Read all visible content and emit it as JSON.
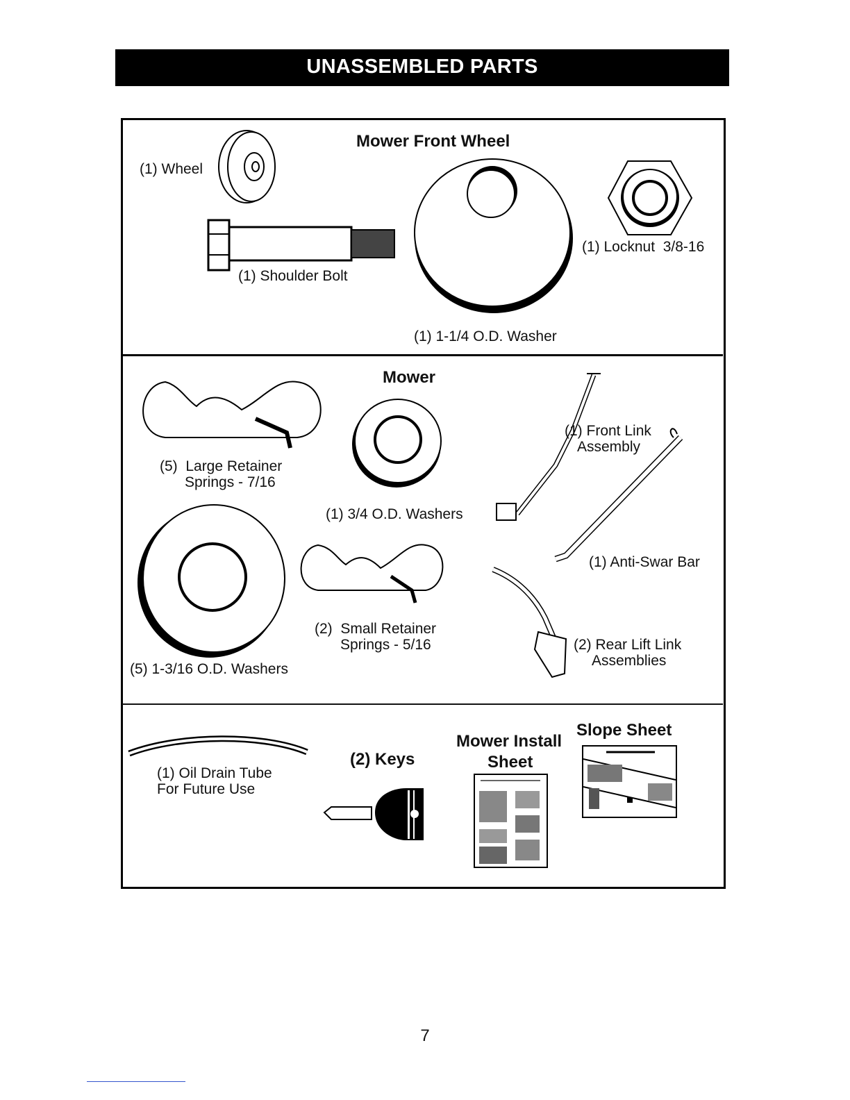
{
  "header": {
    "title": "UNASSEMBLED PARTS"
  },
  "front_wheel": {
    "heading": "Mower Front Wheel",
    "wheel": "(1) Wheel",
    "bolt": "(1) Shoulder Bolt",
    "washer": "(1) 1-1/4 O.D. Washer",
    "locknut": "(1) Locknut  3/8-16"
  },
  "mower": {
    "heading": "Mower",
    "large_springs_1": "(5)  Large Retainer",
    "large_springs_2": "Springs - 7/16",
    "washer_34": "(1) 3/4 O.D. Washers",
    "washer_1316": "(5) 1-3/16 O.D. Washers",
    "small_springs_1": "(2)  Small Retainer",
    "small_springs_2": "Springs - 5/16",
    "front_link_1": "(1) Front Link",
    "front_link_2": "Assembly",
    "anti_swar": "(1) Anti-Swar Bar",
    "rear_lift_1": "(2) Rear Lift Link",
    "rear_lift_2": "Assemblies"
  },
  "misc": {
    "oil_tube_1": "(1) Oil Drain Tube",
    "oil_tube_2": "For Future Use",
    "keys": "(2) Keys",
    "install_1": "Mower Install",
    "install_2": "Sheet",
    "slope": "Slope Sheet"
  },
  "page_number": "7"
}
